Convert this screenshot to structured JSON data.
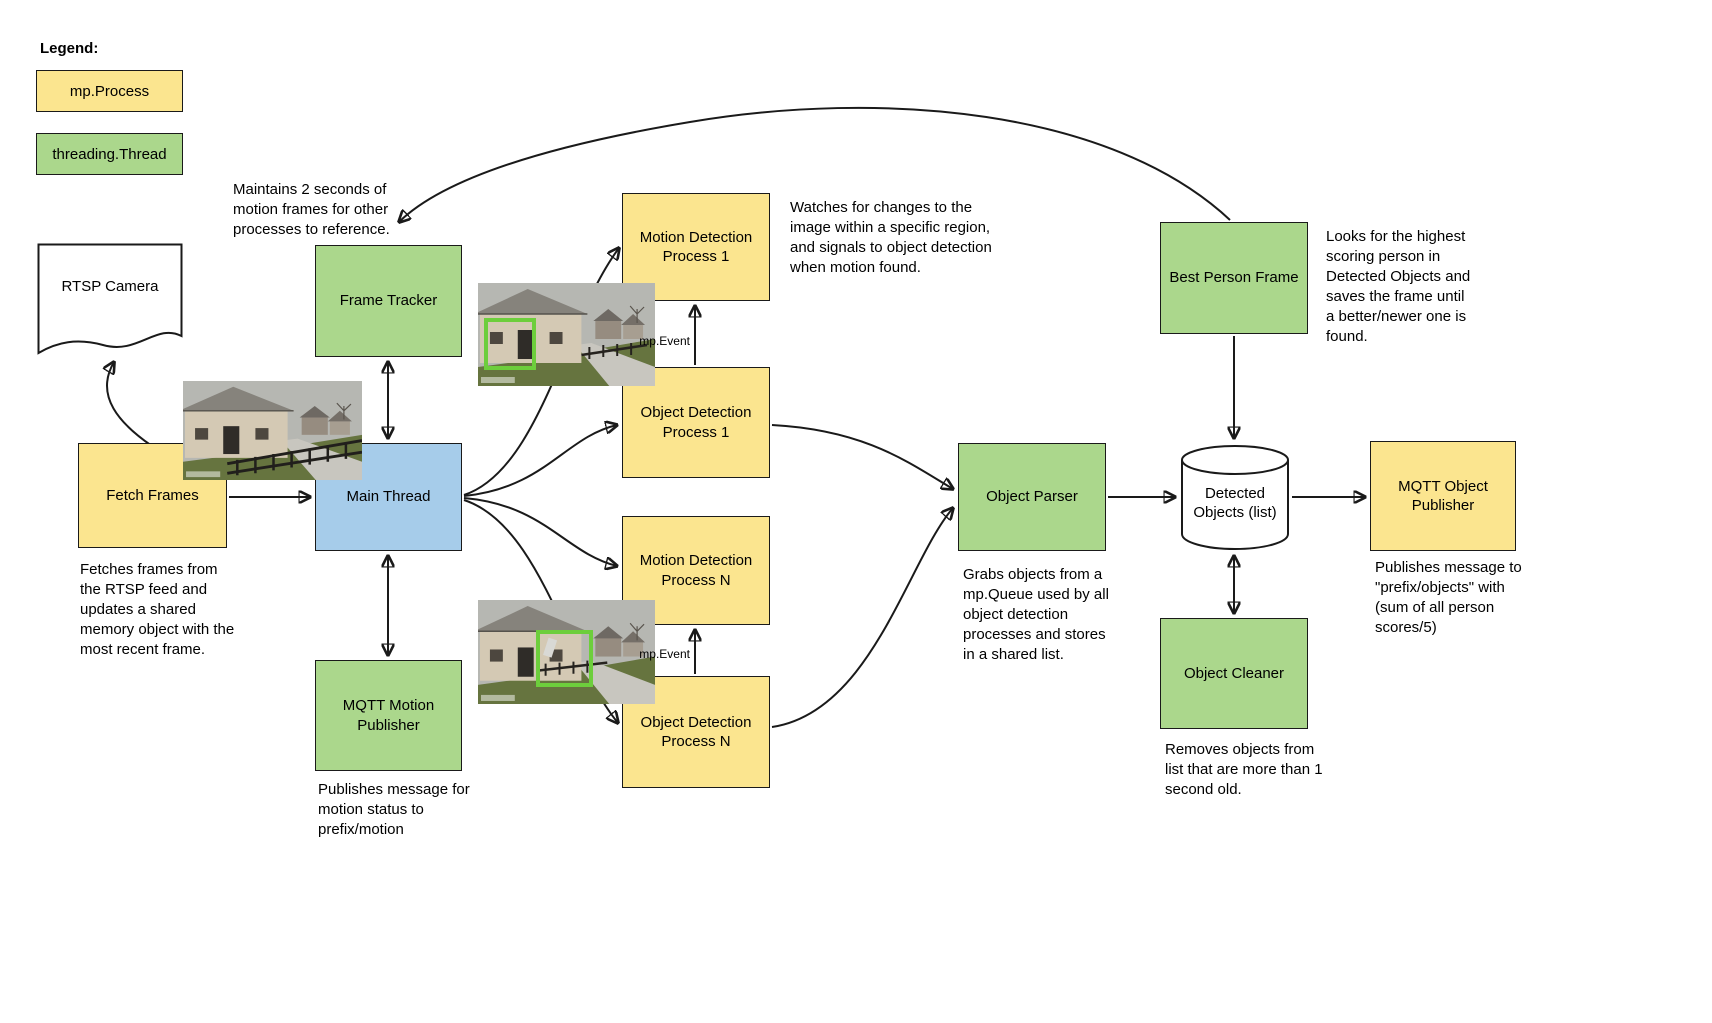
{
  "colors": {
    "mp_process": "#FBE58F",
    "threading_thread": "#ABD78C",
    "main_thread": "#A6CCEA",
    "shape_white": "#FFFFFF",
    "detection_box": "#6DCE3C",
    "line": "#1A1A1A"
  },
  "legend": {
    "title": "Legend:",
    "items": [
      {
        "label": "mp.Process",
        "type": "mp_process"
      },
      {
        "label": "threading.Thread",
        "type": "threading_thread"
      }
    ]
  },
  "nodes": {
    "rtsp_camera": "RTSP Camera",
    "fetch_frames": "Fetch Frames",
    "frame_tracker": "Frame Tracker",
    "main_thread": "Main Thread",
    "mqtt_motion_publisher": "MQTT Motion Publisher",
    "motion_detection_1": "Motion Detection Process 1",
    "object_detection_1": "Object Detection Process 1",
    "motion_detection_n": "Motion Detection Process N",
    "object_detection_n": "Object Detection Process N",
    "object_parser": "Object Parser",
    "detected_objects": "Detected Objects (list)",
    "best_person_frame": "Best Person Frame",
    "object_cleaner": "Object Cleaner",
    "mqtt_object_publisher": "MQTT Object Publisher"
  },
  "edge_labels": {
    "mp_event_1": "mp.Event",
    "mp_event_n": "mp.Event"
  },
  "annotations": {
    "frame_tracker": "Maintains 2 seconds of motion frames for other processes to reference.",
    "motion_detection": "Watches for changes to the image within a specific region, and signals to object detection when motion found.",
    "best_person_frame": "Looks for the highest scoring person in Detected Objects and saves the frame until a better/newer one is found.",
    "fetch_frames": "Fetches frames from the RTSP feed and updates a shared memory object with the most recent frame.",
    "object_parser": "Grabs objects from a mp.Queue used by all object detection processes and stores in a shared list.",
    "mqtt_object_publisher": "Publishes message to \"prefix/objects\" with (sum of all person scores/5)",
    "object_cleaner": "Removes objects from list that are more than 1 second old.",
    "mqtt_motion_publisher": "Publishes message for motion status to prefix/motion"
  }
}
